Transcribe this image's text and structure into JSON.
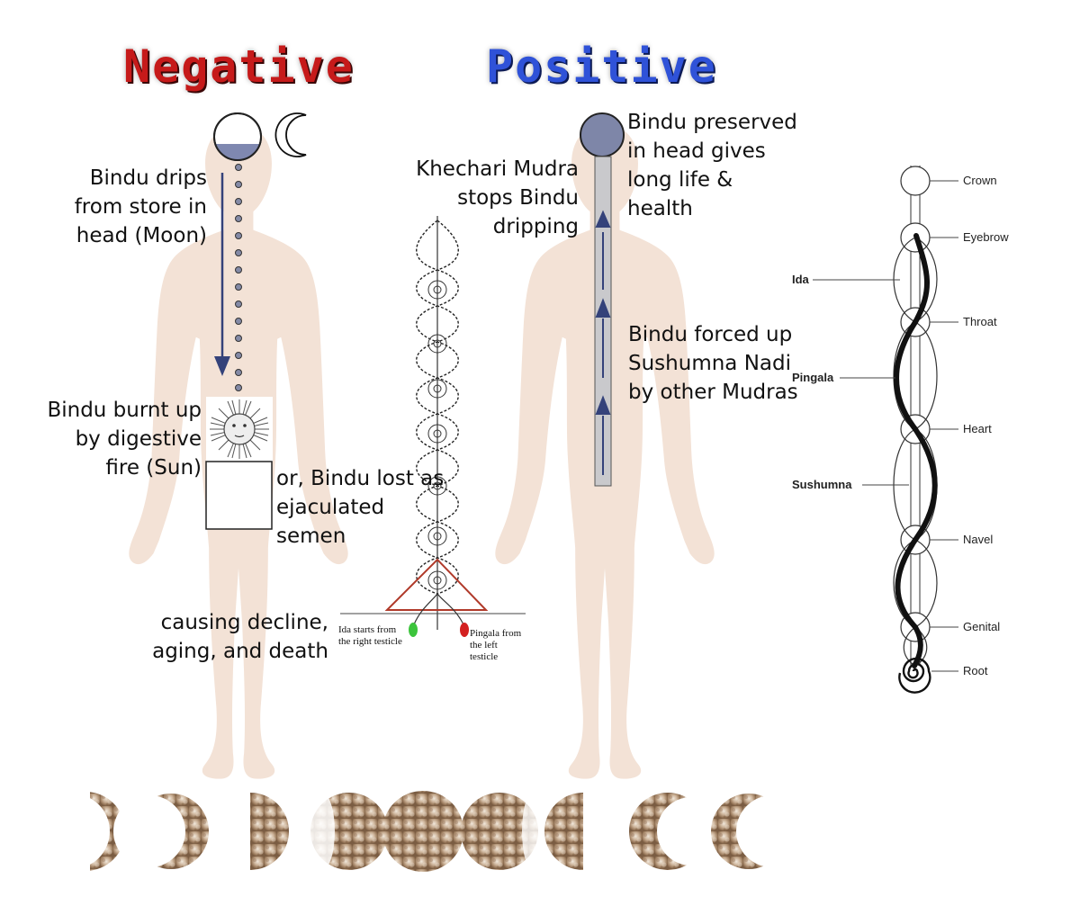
{
  "titles": {
    "negative": "Negative",
    "positive": "Positive"
  },
  "negative": {
    "drips": "Bindu drips\nfrom store in\nhead (Moon)",
    "burnt": "Bindu burnt up\nby digestive\nfire (Sun)",
    "lost": "or, Bindu lost as\nejaculated semen",
    "decline": "causing decline,\naging, and death"
  },
  "positive": {
    "khechari": "Khechari Mudra\nstops Bindu\ndripping",
    "preserved": "Bindu preserved\nin head gives\nlong life & health",
    "forced": "Bindu forced up\nSushumna Nadi\nby other Mudras"
  },
  "nadi_sketch": {
    "ida_note": "Ida starts from\nthe right testicle",
    "pingala_note": "Pingala from\nthe left\ntesticle"
  },
  "chakra_chart": {
    "chakras": [
      "Crown",
      "Eyebrow",
      "Throat",
      "Heart",
      "Navel",
      "Genital",
      "Root"
    ],
    "nadis": [
      "Ida",
      "Pingala",
      "Sushumna"
    ]
  },
  "colors": {
    "body": "#f3e2d6",
    "negative_title": "#c61a1a",
    "positive_title": "#2f52d8",
    "arrow": "#34427a",
    "bindu_dot": "#848aa6",
    "head_bindu": "#7e86a8",
    "ida_dot": "#3cc43c",
    "pingala_dot": "#d32020",
    "triangle": "#b03a2a"
  },
  "moon_phases": [
    "waxing-crescent",
    "waxing-crescent",
    "first-quarter",
    "waxing-gibbous",
    "full-moon",
    "waning-gibbous",
    "last-quarter",
    "waning-crescent",
    "waning-crescent"
  ]
}
